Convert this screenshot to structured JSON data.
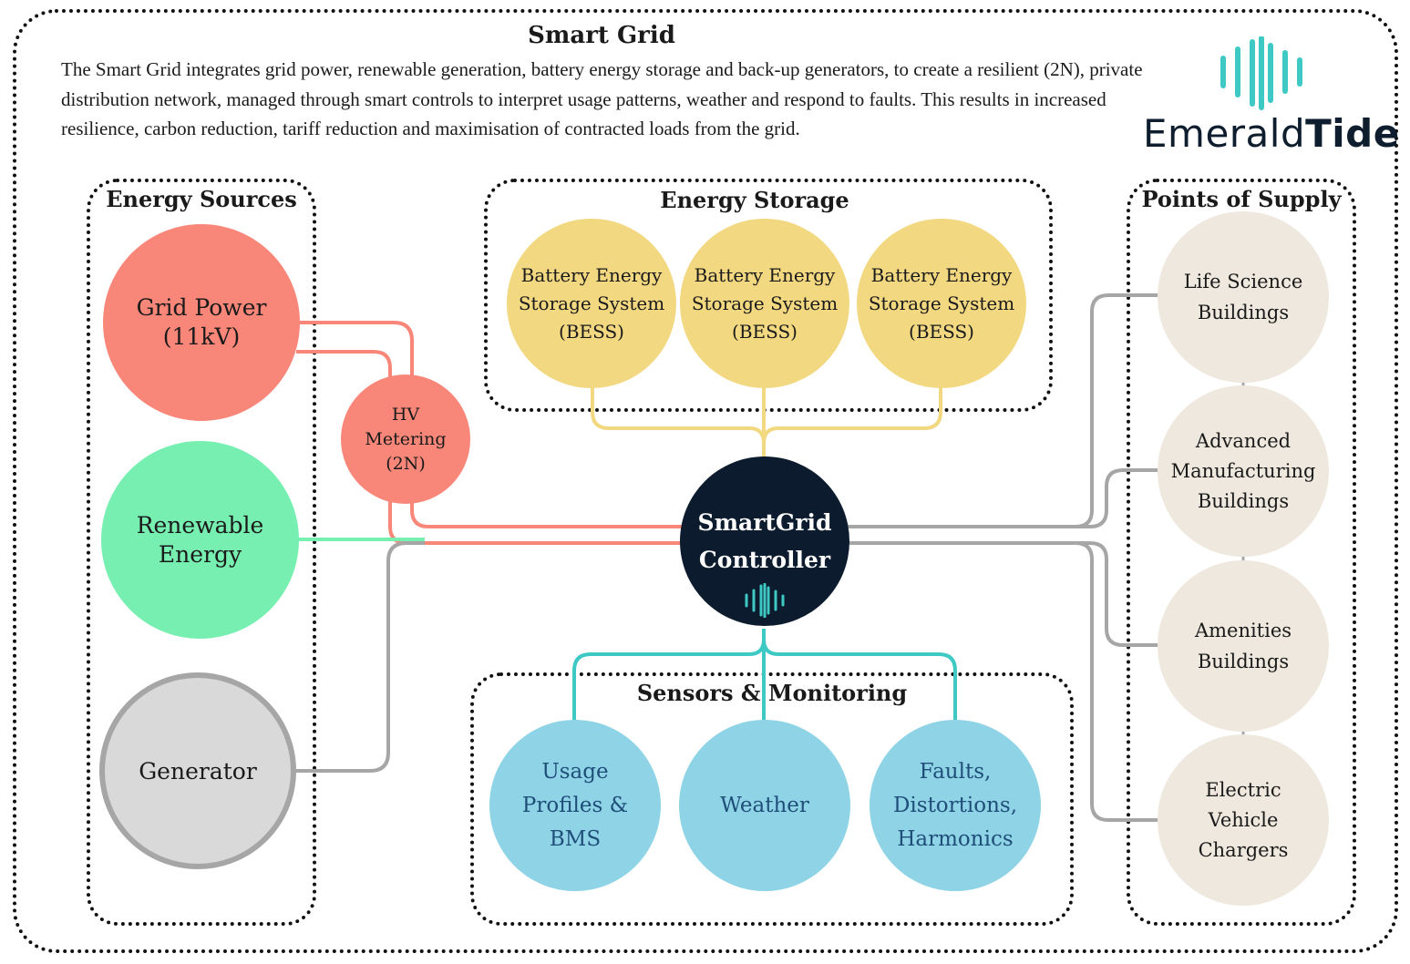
{
  "header": {
    "title": "Smart Grid",
    "description": "The Smart Grid integrates grid power, renewable generation, battery energy storage and back-up generators, to create a resilient (2N), private distribution network, managed through smart controls to interpret usage patterns, weather and respond to faults. This results in increased resilience, carbon reduction, tariff reduction and maximisation of contracted loads from the grid."
  },
  "logo": {
    "name_light": "Emerald",
    "name_bold": "Tide",
    "icon": "sound-wave-icon",
    "color": "#3ec9c4"
  },
  "groups": {
    "sources": "Energy Sources",
    "storage": "Energy Storage",
    "supply": "Points of Supply",
    "sensors": "Sensors & Monitoring"
  },
  "nodes": {
    "grid_power": "Grid Power\n(11kV)",
    "hv_metering": "HV\nMetering\n(2N)",
    "renewable": "Renewable\nEnergy",
    "generator": "Generator",
    "bess_1": "Battery Energy\nStorage System\n(BESS)",
    "bess_2": "Battery Energy\nStorage System\n(BESS)",
    "bess_3": "Battery Energy\nStorage System\n(BESS)",
    "controller": "SmartGrid\nController",
    "life_science": "Life Science\nBuildings",
    "advanced_mfg": "Advanced\nManufacturing\nBuildings",
    "amenities": "Amenities\nBuildings",
    "ev_chargers": "Electric\nVehicle\nChargers",
    "usage_profiles": "Usage\nProfiles &\nBMS",
    "weather": "Weather",
    "faults": "Faults,\nDistortions,\nHarmonics"
  },
  "colors": {
    "grid": "#f98779",
    "renewable": "#77efb1",
    "generator": "#d9d9d9",
    "generator_border": "#a6a6a6",
    "bess": "#f2d880",
    "controller": "#0c1c2e",
    "supply": "#eee8df",
    "sensors": "#8fd4e6",
    "wire_grey": "#a6a6a6",
    "wire_teal": "#3ec9c4"
  }
}
